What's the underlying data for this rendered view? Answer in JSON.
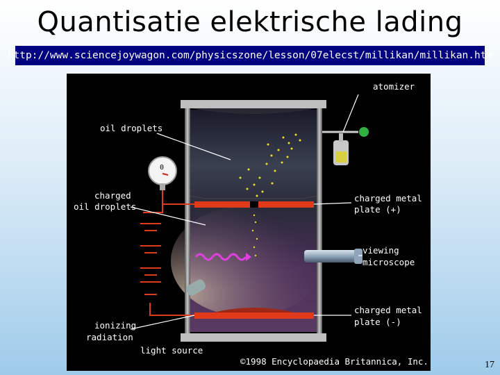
{
  "slide": {
    "title": "Quantisatie elektrische lading",
    "url": "http://www.sciencejoywagon.com/physicszone/lesson/07elecst/millikan/millikan.htm",
    "number": "17"
  },
  "figure": {
    "labels": {
      "atomizer": "atomizer",
      "oil_droplets": "oil droplets",
      "charged_oil_1": "charged",
      "charged_oil_2": "oil droplets",
      "plate_pos_1": "charged metal",
      "plate_pos_2": "plate (+)",
      "viewing_1": "viewing",
      "viewing_2": "microscope",
      "plate_neg_1": "charged metal",
      "plate_neg_2": "plate (-)",
      "ionizing_1": "ionizing",
      "ionizing_2": "radiation",
      "light_source": "light source",
      "copyright": "©1998 Encyclopaedia Britannica, Inc.",
      "gauge": "0"
    }
  }
}
